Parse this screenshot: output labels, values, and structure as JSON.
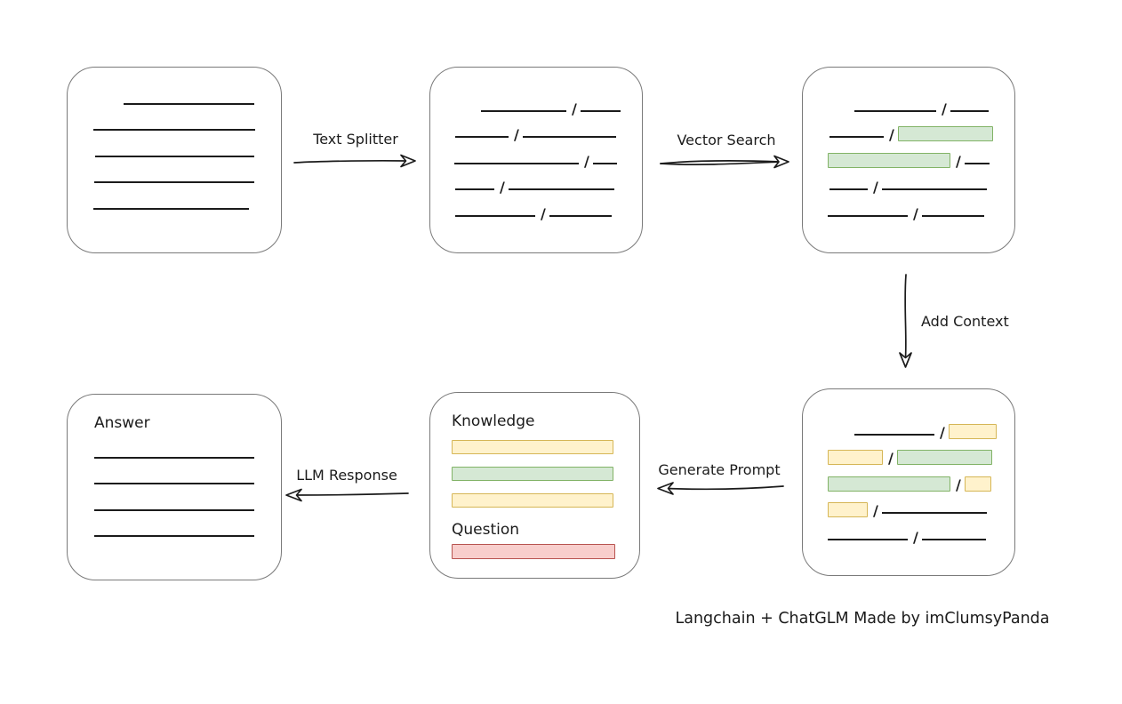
{
  "caption": "Langchain + ChatGLM Made by imClumsyPanda",
  "slash": "/",
  "colors": {
    "ink": "#1b1b1b",
    "box_border": "#7a7a7a",
    "green_fill": "#d5e8d4",
    "green_stroke": "#82b366",
    "yellow_fill": "#fff2cc",
    "yellow_stroke": "#d6b656",
    "red_fill": "#f8cecc",
    "red_stroke": "#b85450"
  },
  "arrows": {
    "text_splitter": "Text Splitter",
    "vector_search": "Vector Search",
    "add_context": "Add Context",
    "generate_prompt": "Generate Prompt",
    "llm_response": "LLM Response"
  },
  "boxes": {
    "document": {
      "rows": [
        {
          "i": 63,
          "s": [
            [
              "line",
              147
            ]
          ]
        },
        {
          "i": 29,
          "s": [
            [
              "line",
              182
            ]
          ]
        },
        {
          "i": 31,
          "s": [
            [
              "line",
              179
            ]
          ]
        },
        {
          "i": 30,
          "s": [
            [
              "line",
              180
            ]
          ]
        },
        {
          "i": 29,
          "s": [
            [
              "line",
              175
            ]
          ]
        }
      ]
    },
    "chunks": {
      "rows": [
        {
          "i": 57,
          "s": [
            [
              "line",
              96
            ],
            [
              "slash"
            ],
            [
              "line",
              45
            ]
          ]
        },
        {
          "i": 28,
          "s": [
            [
              "line",
              60
            ],
            [
              "slash"
            ],
            [
              "line",
              105
            ]
          ]
        },
        {
          "i": 27,
          "s": [
            [
              "line",
              140
            ],
            [
              "slash"
            ],
            [
              "line",
              27
            ]
          ]
        },
        {
          "i": 28,
          "s": [
            [
              "line",
              44
            ],
            [
              "slash"
            ],
            [
              "line",
              119
            ]
          ]
        },
        {
          "i": 28,
          "s": [
            [
              "line",
              90
            ],
            [
              "slash"
            ],
            [
              "line",
              70
            ]
          ]
        }
      ]
    },
    "matched_chunks": {
      "rows": [
        {
          "i": 58,
          "s": [
            [
              "line",
              92
            ],
            [
              "slash"
            ],
            [
              "line",
              43
            ]
          ]
        },
        {
          "i": 30,
          "s": [
            [
              "line",
              61
            ],
            [
              "slash"
            ],
            [
              "bar-g",
              107
            ]
          ]
        },
        {
          "i": 28,
          "s": [
            [
              "bar-g",
              138
            ],
            [
              "slash"
            ],
            [
              "line",
              28
            ]
          ]
        },
        {
          "i": 30,
          "s": [
            [
              "line",
              43
            ],
            [
              "slash"
            ],
            [
              "line",
              118
            ]
          ]
        },
        {
          "i": 28,
          "s": [
            [
              "line",
              90
            ],
            [
              "slash"
            ],
            [
              "line",
              70
            ]
          ]
        }
      ]
    },
    "context_chunks": {
      "rows": [
        {
          "i": 58,
          "s": [
            [
              "line",
              90
            ],
            [
              "slash"
            ],
            [
              "bar-y",
              54
            ]
          ]
        },
        {
          "i": 28,
          "s": [
            [
              "bar-y",
              62
            ],
            [
              "slash"
            ],
            [
              "bar-g",
              107
            ]
          ]
        },
        {
          "i": 28,
          "s": [
            [
              "bar-g",
              138
            ],
            [
              "slash"
            ],
            [
              "bar-y",
              30
            ]
          ]
        },
        {
          "i": 28,
          "s": [
            [
              "bar-y",
              45
            ],
            [
              "slash"
            ],
            [
              "line",
              118
            ]
          ]
        },
        {
          "i": 28,
          "s": [
            [
              "line",
              90
            ],
            [
              "slash"
            ],
            [
              "line",
              72
            ]
          ]
        }
      ]
    },
    "prompt": {
      "knowledge_label": "Knowledge",
      "question_label": "Question",
      "knowledge_bars": [
        {
          "c": "yellow",
          "w": 182,
          "h": 16
        },
        {
          "c": "green",
          "w": 182,
          "h": 16
        },
        {
          "c": "yellow",
          "w": 182,
          "h": 16
        }
      ],
      "question_bars": [
        {
          "c": "red",
          "w": 184,
          "h": 17
        }
      ]
    },
    "answer": {
      "label": "Answer",
      "rows": [
        {
          "i": 30,
          "s": [
            [
              "line",
              180
            ]
          ]
        },
        {
          "i": 30,
          "s": [
            [
              "line",
              180
            ]
          ]
        },
        {
          "i": 30,
          "s": [
            [
              "line",
              180
            ]
          ]
        },
        {
          "i": 30,
          "s": [
            [
              "line",
              180
            ]
          ]
        }
      ]
    }
  }
}
